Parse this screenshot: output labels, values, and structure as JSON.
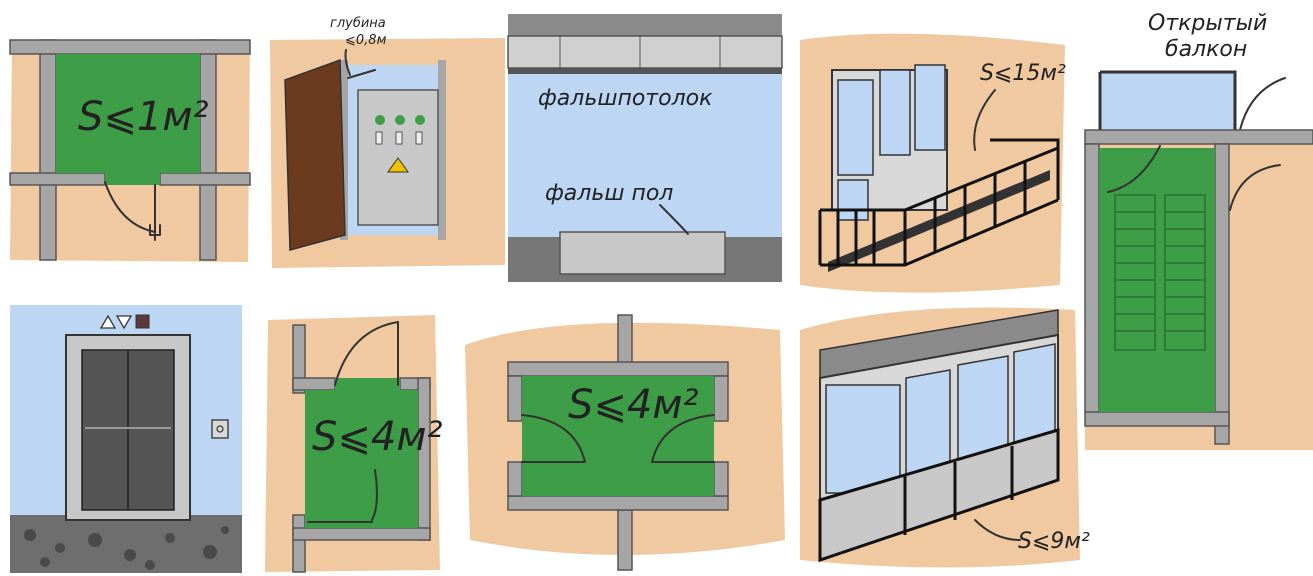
{
  "colors": {
    "beige": "#F0C9A0",
    "green": "#3E9E47",
    "wall": "#A6A6A6",
    "wall_dark": "#7F7F7F",
    "sky": "#BCD6F3",
    "door_brown": "#6B3A1F",
    "cabinet": "#C8C8C8",
    "ink": "#222222"
  },
  "labels": {
    "p1_area": "S⩽1м²",
    "p2_depth_title": "глубина",
    "p2_depth_value": "⩽0,8м",
    "p3_ceiling": "фальшпотолок",
    "p3_floor": "фальш пол",
    "p4_area": "S⩽15м²",
    "p5_title_line1": "Открытый",
    "p5_title_line2": "балкон",
    "p7_area": "S⩽4м²",
    "p8_area": "S⩽4м²",
    "p9_area": "S⩽9м²"
  },
  "icons": {
    "elevator_up": "triangle-up-icon",
    "elevator_down": "triangle-down-icon",
    "elevator_stop": "square-icon",
    "elevator_call": "call-button-icon",
    "warning": "warning-icon",
    "door_handle": "door-handle-icon"
  }
}
